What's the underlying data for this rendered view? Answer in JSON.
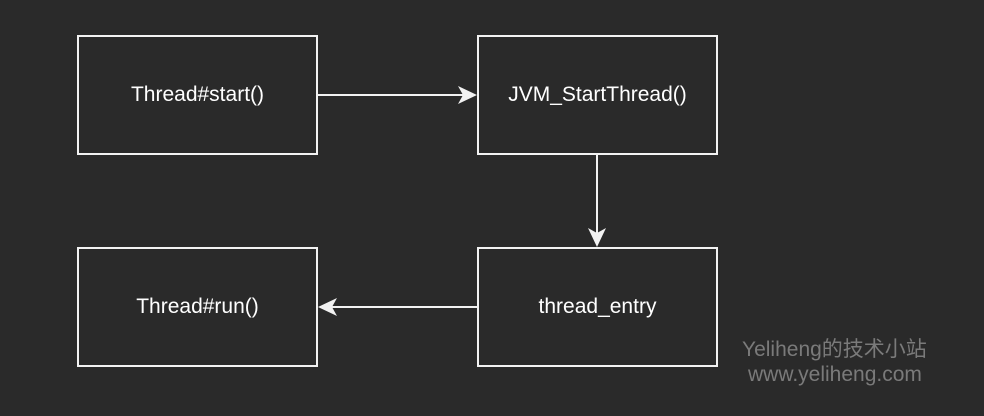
{
  "diagram": {
    "nodes": {
      "start": "Thread#start()",
      "jvm": "JVM_StartThread()",
      "entry": "thread_entry",
      "run": "Thread#run()"
    },
    "edges": [
      {
        "from": "start",
        "to": "jvm"
      },
      {
        "from": "jvm",
        "to": "entry"
      },
      {
        "from": "entry",
        "to": "run"
      }
    ],
    "colors": {
      "background": "#2a2a2a",
      "stroke": "#f2f2f2",
      "text": "#ffffff",
      "watermark": "#7a7a7a"
    }
  },
  "watermark": {
    "line1": "Yeliheng的技术小站",
    "line2": "www.yeliheng.com"
  }
}
